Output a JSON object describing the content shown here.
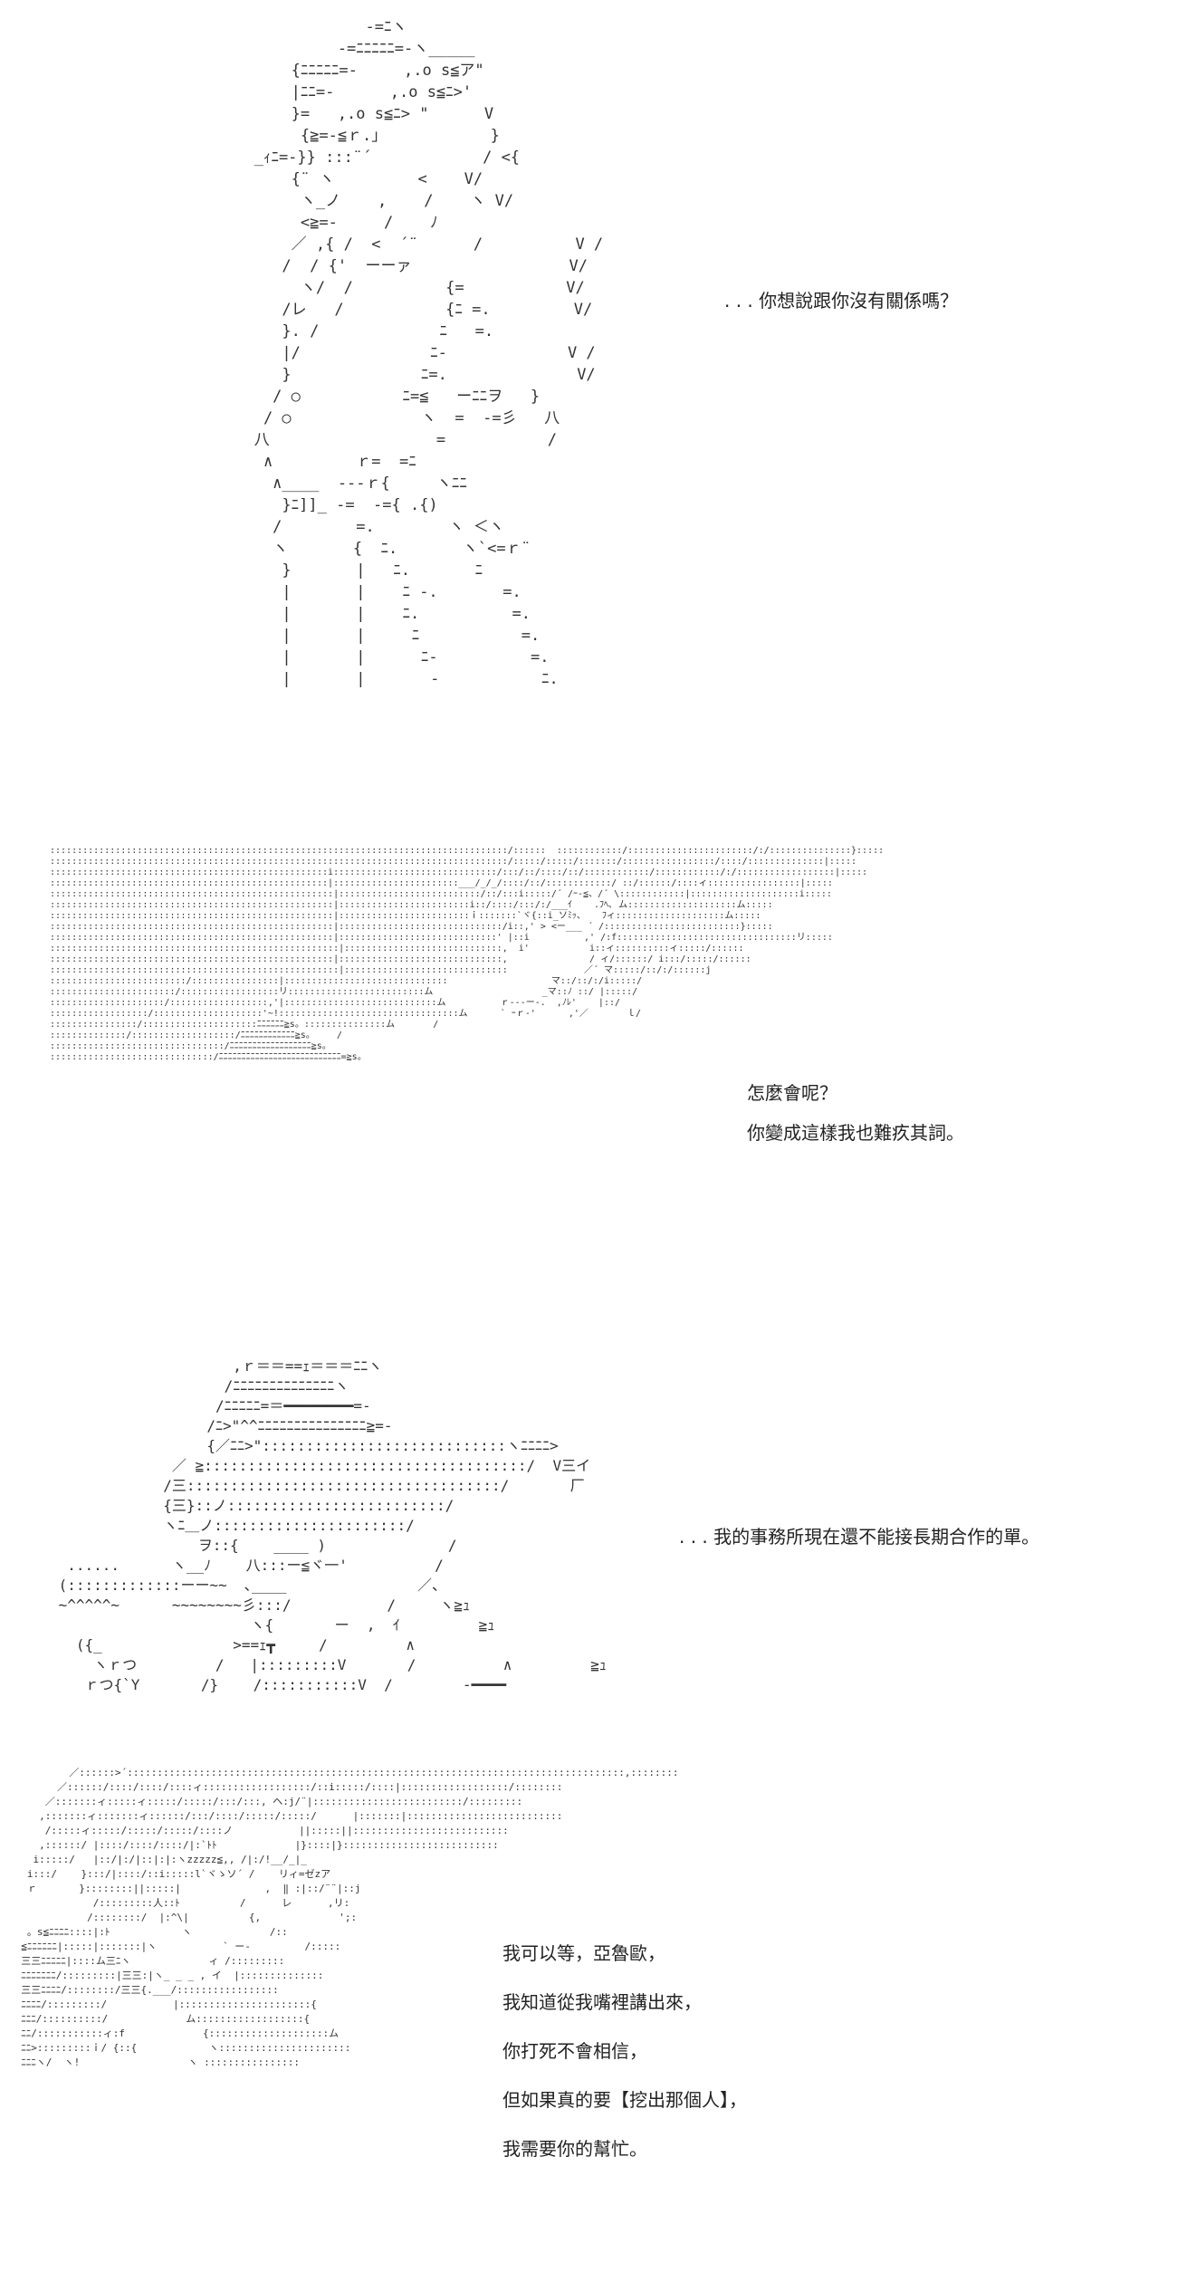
{
  "panels": [
    {
      "art": "               -=ﾆヽ\n            -=ﾆﾆﾆﾆﾆ=-ヽ_____\n       {ﾆﾆﾆﾆﾆ=-     ,.o s≦ア\"\n       |ﾆﾆ=-      ,.o s≦ﾆ>'\n       }=   ,.o s≦ﾆ> \"      V\n        {≧=-≦ｒ.｣            }\n   _ｨﾆ=-}} :::¨´            / <{\n       {¨ ヽ         <    V/\n        ヽ_ノ    ,    /    ヽ V/\n        <≧=-     /    ﾉ\n       ／ ,{ /  <  ´¨      /          V /\n      /  / {'  ーーァ                 V/\n        ヽ/  /          {=           V/\n      /レ   /           {ﾆ =.         V/\n      }. /             ﾆ   =.\n      |/              ﾆ-             V /\n      }              ﾆ=.              V/\n     / ○           ﾆ=≦   ーﾆﾆヲ   }\n    / ○              ヽ  =  -=彡   八\n   八                  =           /\n    ∧         ｒ=  =ﾆ\n     ∧____  ---ｒ{     ヽﾆﾆ\n      }ﾆ]]_ -=  -={ .{)\n     /        =.        ヽ ＜ヽ\n     ヽ       {  ﾆ.       ヽ`<=ｒ¨\n      }       |   ﾆ.       ﾆ\n      |       |    ﾆ -.       =.\n      |       |    ﾆ.          =.\n      |       |     ﾆ           =.\n      |       |      ﾆ-          =.\n      |       |       -           ﾆ.",
      "lines": [
        ". . . 你想說跟你沒有關係嗎？"
      ]
    },
    {
      "art": "::::::::::::::::::::::::::::::::::::::::::::::::::::::::::::::::::::::::::::::::::::/::::::  ::::::::::::/:::::::::::::::::::::::/:/:::::::::::::::}:::::\n::::::::::::::::::::::::::::::::::::::::::::::::::::::::::::::::::::::::::::::::::::/:::::/:::::/:::::::/:::::::::::::::::/::::/::::::::::::::|:::::\n:::::::::::::::::::::::::::::::::::::::::::::::::::i::::::::::::::::::::::::::::::/:::/::/::::/::/::::::::::::/::::::::::::/:/::::::::::::::::::|:::::\n:::::::::::::::::::::::::::::::::::::::::::::::::::|:::::::::::::::::::::::___/_/_/::::/::/::::::::::::/ ::/::::::/::::ィ:::::::::::::::::|:::::\n::::::::::::::::::::::::::::::::::::::::::::::::::::|::::::::::::::::::::::::::/::/:::i:::::/´ /ｰ-≦、/´ \\::::::::::::|::::::::::::::::::::i:::::\n::::::::::::::::::::::::::::::::::::::::::::::::::::|::::::::::::::::::::::::i::/::::/:::/:/___ｲ    .ﾌﾍ､ ム::::::::::::::::::::ム:::::\n::::::::::::::::::::::::::::::::::::::::::::::::::::|::::::::::::::::::::::::ｉ:::::::`ヾ{::i_ソﾐｯ、   ﾌィ::::::::::::::::::::ム:::::\n::::::::::::::::::::::::::::::::::::::::::::::::::::|::::::::::::::::::::::::::::::/i::,' > <ー___ ´ /:::::::::::::::::::::::::}:::::\n::::::::::::::::::::::::::::::::::::::::::::::::::::|:::::::::::::::::::::::::::::' |::i          ,' /:f:::::::::::::::::::::::::::::::::リ:::::\n:::::::::::::::::::::::::::::::::::::::::::::::::::::|:::::::::::::::::::::::::::::,  i'           i::ィ::::::::::ィ:::::/::::::\n::::::::::::::::::::::::::::::::::::::::::::::::::::|::::::::::::::::::::::::::::::,               / ィ/::::::/ i:::/:::::/::::::\n:::::::::::::::::::::::::::::::::::::::::::::::::::::|::::::::::::::::::::::::::::::              ／´ マ:::::/::/:/::::::j\n:::::::::::::::::::::::::/::::::::::::::::|::::::::::::::::::::::::::::::                   マ::/::/:/i:::::/\n:::::::::::::::::::::::/::::::::::::::::::リ:::::::::::::::::::::::::ム                    _マ::ﾉ ::/ |:::::/\n:::::::::::::::::::::/::::::::::::::::::,'|::::::::::::::::::::::::::::ム          ｒ---ー-.  ,ﾉﾚ'    |::/\n::::::::::::::::::/::::::::::::::::::::'~!:::::::::::::::::::::::::::::::::ム      ` ｰｒ-'      ,'／       ｌ/\n::::::::::::::::/:::::::::::::::::::::ﾆﾆﾆﾆﾆﾆ≧s。:::::::::::::::ム       /\n::::::::::::::/:::::::::::::::::::/ﾆﾆﾆﾆﾆﾆﾆﾆﾆﾆﾆﾆ≧s。    /\n::::::::::::::::::::::::::::::::/ﾆﾆﾆﾆﾆﾆﾆﾆﾆﾆﾆﾆﾆﾆﾆﾆﾆﾆ≧s。\n::::::::::::::::::::::::::::::/ﾆﾆﾆﾆﾆﾆﾆﾆﾆﾆﾆﾆﾆﾆﾆﾆﾆﾆﾆﾆﾆﾆﾆﾆﾆﾆﾆ=≧s。",
      "lines": [
        "怎麼會呢？",
        "你變成這樣我也難疚其詞。"
      ]
    },
    {
      "art": "                     ,ｒ＝＝==ｪ＝＝＝ﾆﾆヽ\n                    /ﾆﾆﾆﾆﾆﾆﾆﾆﾆﾆﾆﾆﾆﾆヽ\n                   /ﾆﾆﾆﾆﾆ=＝━━━━━━━━=-\n                  /ﾆ>\"^^ﾆﾆﾆﾆﾆﾆﾆﾆﾆﾆﾆﾆﾆﾆﾆ≧=-\n                  {／ﾆﾆ>\"::::::::::::::::::::::::::::ヽﾆﾆﾆﾆ>\n              ／ ≧:::::::::::::::::::::::::::::::::::::/  V三イ\n             /三::::::::::::::::::::::::::::::::::::/       厂\n             {三}::ノ:::::::::::::::::::::::::/\n             ヽﾆ＿ノ::::::::::::::::::::::/\n                 ヲ::{    ____ )              /\n  ......      ヽ__ﾉ    八:::ー≦ヾ一'          /\n (:::::::::::::ーー~~  ､____               ／、\n ~^^^^^~      ~~~~~~~~彡:::/           /     ヽ≧ｭ\n                       ヽ{       ー  ,  ｲ         ≧ｭ\n   ({_               >==ｪ┳     /         ∧\n     ヽｒつ         /   |:::::::::V       /          ∧         ≧ｭ\n    ｒつ{`Y       /}    /:::::::::::V  /        -━━━━",
      "lines": [
        ". . . 我的事務所現在還不能接長期合作的單。"
      ]
    },
    {
      "art": "          ／::::::>´:::::::::::::::::::::::::::::::::::::::::::::::::::::::::::::::::::::::::::::::::::,::::::::\n        ／::::::/::::/::::/::::ィ::::::::::::::::::/::i:::::/::::|::::::::::::::::::/::::::::\n      ／:::::::ィ:::::ィ:::::/:::::/:::/:::, ヘ:j/¨|:::::::::::::::::::::::::/:::::::::\n     ,:::::::ィ:::::::ィ::::::/:::/::::/:::::/:::::/      |:::::::|::::::::::::::::::::::::::\n      /:::::ィ:::::/:::::/:::::/::::ノ           ||:::::||::::::::::::::::::::::::::\n     ,::::::/ |::::/::::/::::/|:`ﾄﾄ             |}::::|}::::::::::::::::::::::::::\n    i:::::/   |::/|:/|::|:|:ヽzzzzz≦,, /|:/!__/_|_\n   i:::/    }:::/|::::/::i:::::l`ヾゝソ´ /    リィ=ゼzア\n   ｒ       }::::::::||:::::|              ,  ‖ :|::/¨¨|::j\n              /:::::::::人::ﾄ          /      レ      ,リ:\n             /::::::::/  |:^\\|          {,             ';:\n   。s≦ﾆﾆﾆﾆ::::|:ﾄ            ヽ             /::\n  ≦ﾆﾆﾆﾆﾆﾆ|:::::|:::::::|ヽ           ` ー-         /:::::\n  三三ﾆﾆﾆﾆﾆ|::::ム三ﾆヽ             ィ /:::::::::\n  ﾆﾆﾆﾆﾆﾆﾆ/:::::::::|三三:|ヽ_ _ _ , イ  |::::::::::::::\n  三三ﾆﾆﾆﾆ/::::::::/三三{.___/:::::::::::::::::\n  ﾆﾆﾆﾆ/:::::::::/           |::::::::::::::::::::::{\n  ﾆﾆﾆ/::::::::::/             ム::::::::::::::::::{\n  ﾆﾆ/:::::::::::ィ:f             {::::::::::::::::::::ム\n  ﾆﾆ>:::::::::ｉ/ {::{            ヽ::::::::::::::::::::::\n  ﾆﾆﾆヽ/  ヽ!                  ヽ ::::::::::::::::",
      "lines": [
        "我可以等，亞魯歐，",
        "我知道從我嘴裡講出來，",
        "你打死不會相信，",
        "但如果真的要【挖出那個人】，",
        "我需要你的幫忙。"
      ]
    }
  ]
}
